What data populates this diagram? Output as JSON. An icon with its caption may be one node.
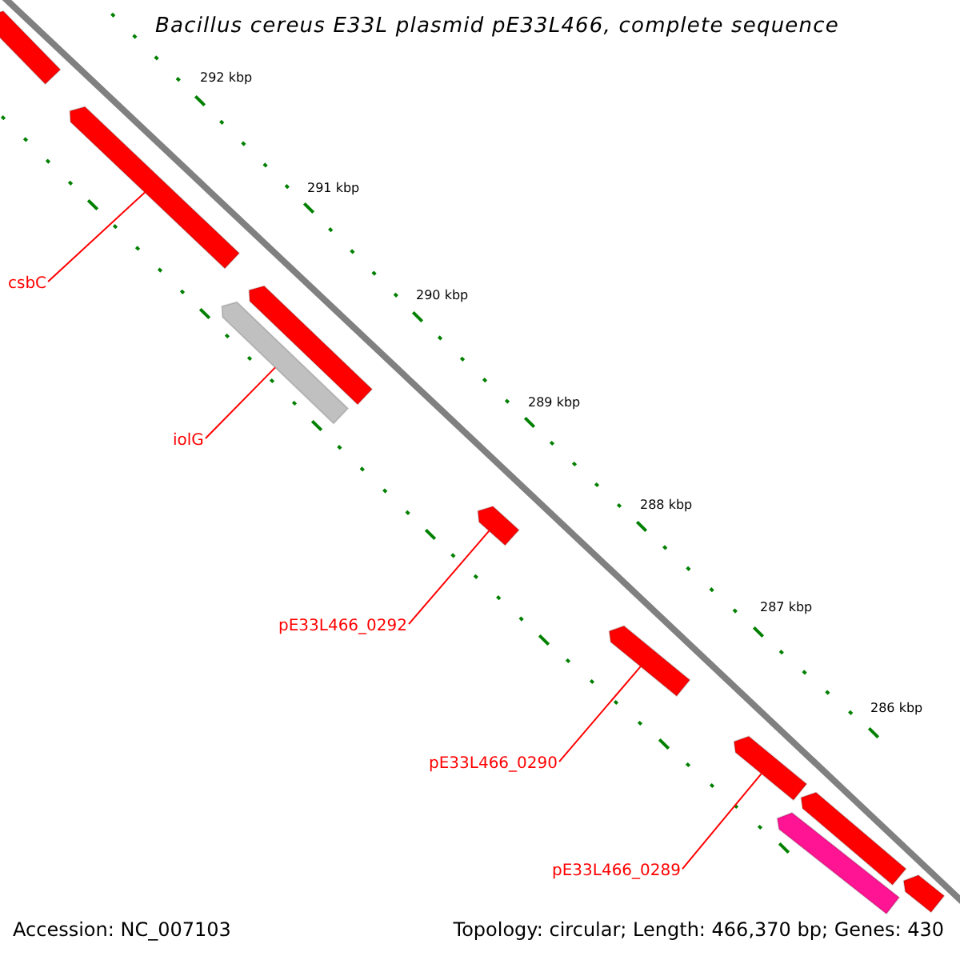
{
  "diagram": {
    "title": "Bacillus cereus E33L plasmid pE33L466, complete sequence",
    "nodes": [
      {
        "text": [
          "csbC"
        ]
      },
      {
        "text": [],
        "shape": "bar"
      },
      {
        "text": [
          "iolG"
        ]
      },
      {
        "text": [],
        "shape": "bar"
      },
      {
        "text": [
          "pE33L466_0292"
        ]
      },
      {
        "text": [],
        "shape": "bar"
      },
      {
        "text": [
          "pE33L466_0290"
        ]
      },
      {
        "text": [],
        "shape": "bar"
      },
      {
        "text": [
          "pE33L466_0289"
        ]
      },
      {
        "text": [],
        "shape": "bar"
      },
      {
        "text": [],
        "shape": "bar"
      },
      {
        "text": [],
        "shape": "bar"
      },
      {
        "text": [],
        "shape": "bar"
      },
      {
        "text": [],
        "shape": "bar"
      },
      {
        "text": [],
        "shape": "bar"
      }
    ],
    "edges": [
      {
        "from": 0,
        "to": 1,
        "arrow": "none"
      },
      {
        "from": 2,
        "to": 3,
        "arrow": "none"
      },
      {
        "from": 4,
        "to": 5,
        "arrow": "none"
      },
      {
        "from": 6,
        "to": 7,
        "arrow": "none"
      },
      {
        "from": 8,
        "to": 9,
        "arrow": "none"
      }
    ],
    "labels": [
      "292 kbp",
      "291 kbp",
      "290 kbp",
      "289 kbp",
      "288 kbp",
      "287 kbp",
      "286 kbp",
      "Accession: NC_007103",
      "Topology: circular; Length: 466,370 bp; Genes: 430"
    ]
  }
}
